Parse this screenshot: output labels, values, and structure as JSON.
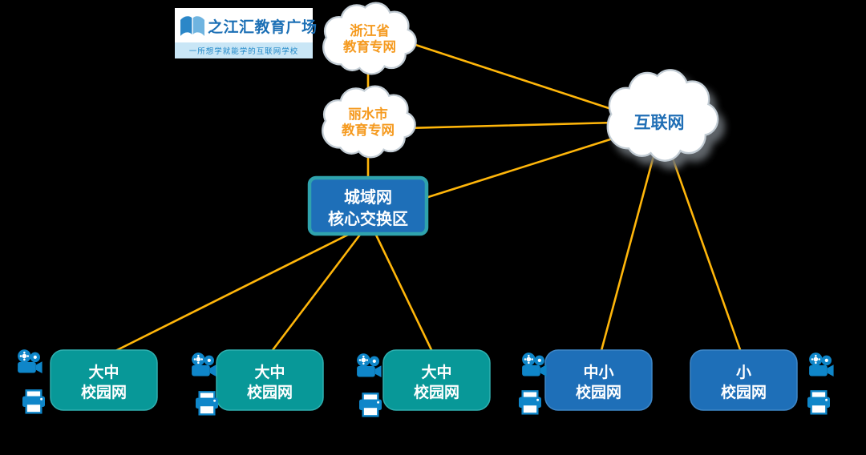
{
  "page": {
    "background": "#000000"
  },
  "logo": {
    "title": "之江汇教育广场",
    "subtitle": "一所想学就能学的互联网学校",
    "title_color": "#1B6FB5",
    "subtitle_color": "#1E87C8",
    "strip_color": "#C9E6F6",
    "icon": "open-book-icon"
  },
  "connections": {
    "color": "#FFB60A",
    "links": [
      {
        "from": "浙江省教育专网",
        "to": "丽水市教育专网"
      },
      {
        "from": "浙江省教育专网",
        "to": "互联网"
      },
      {
        "from": "丽水市教育专网",
        "to": "互联网"
      },
      {
        "from": "丽水市教育专网",
        "to": "城域网核心交换区"
      },
      {
        "from": "城域网核心交换区",
        "to": "互联网"
      },
      {
        "from": "城域网核心交换区",
        "to": "大中校园网-1"
      },
      {
        "from": "城域网核心交换区",
        "to": "大中校园网-2"
      },
      {
        "from": "城域网核心交换区",
        "to": "大中校园网-3"
      },
      {
        "from": "互联网",
        "to": "中小校园网"
      },
      {
        "from": "互联网",
        "to": "小校园网"
      }
    ]
  },
  "nodes": {
    "provincial_cloud": {
      "label_line1": "浙江省",
      "label_line2": "教育专网",
      "text_color": "#F59A1F"
    },
    "city_cloud": {
      "label_line1": "丽水市",
      "label_line2": "教育专网",
      "text_color": "#F59A1F"
    },
    "internet_cloud": {
      "label": "互联网",
      "text_color": "#1F6EB5"
    },
    "core_switch": {
      "label_line1": "城域网",
      "label_line2": "核心交换区",
      "fill": "#1E6FB8",
      "border": "#2FA3AD",
      "text_color": "#FFFFFF"
    },
    "campus_networks": [
      {
        "label_line1": "大中",
        "label_line2": "校园网",
        "fill": "#089898"
      },
      {
        "label_line1": "大中",
        "label_line2": "校园网",
        "fill": "#089898"
      },
      {
        "label_line1": "大中",
        "label_line2": "校园网",
        "fill": "#089898"
      },
      {
        "label_line1": "中小",
        "label_line2": "校园网",
        "fill": "#1E6FB8"
      },
      {
        "label_line1": "小",
        "label_line2": "校园网",
        "fill": "#1E6FB8"
      }
    ]
  },
  "icons": {
    "camera": "video-camera-icon",
    "printer": "printer-icon",
    "color": "#0F86C9"
  }
}
